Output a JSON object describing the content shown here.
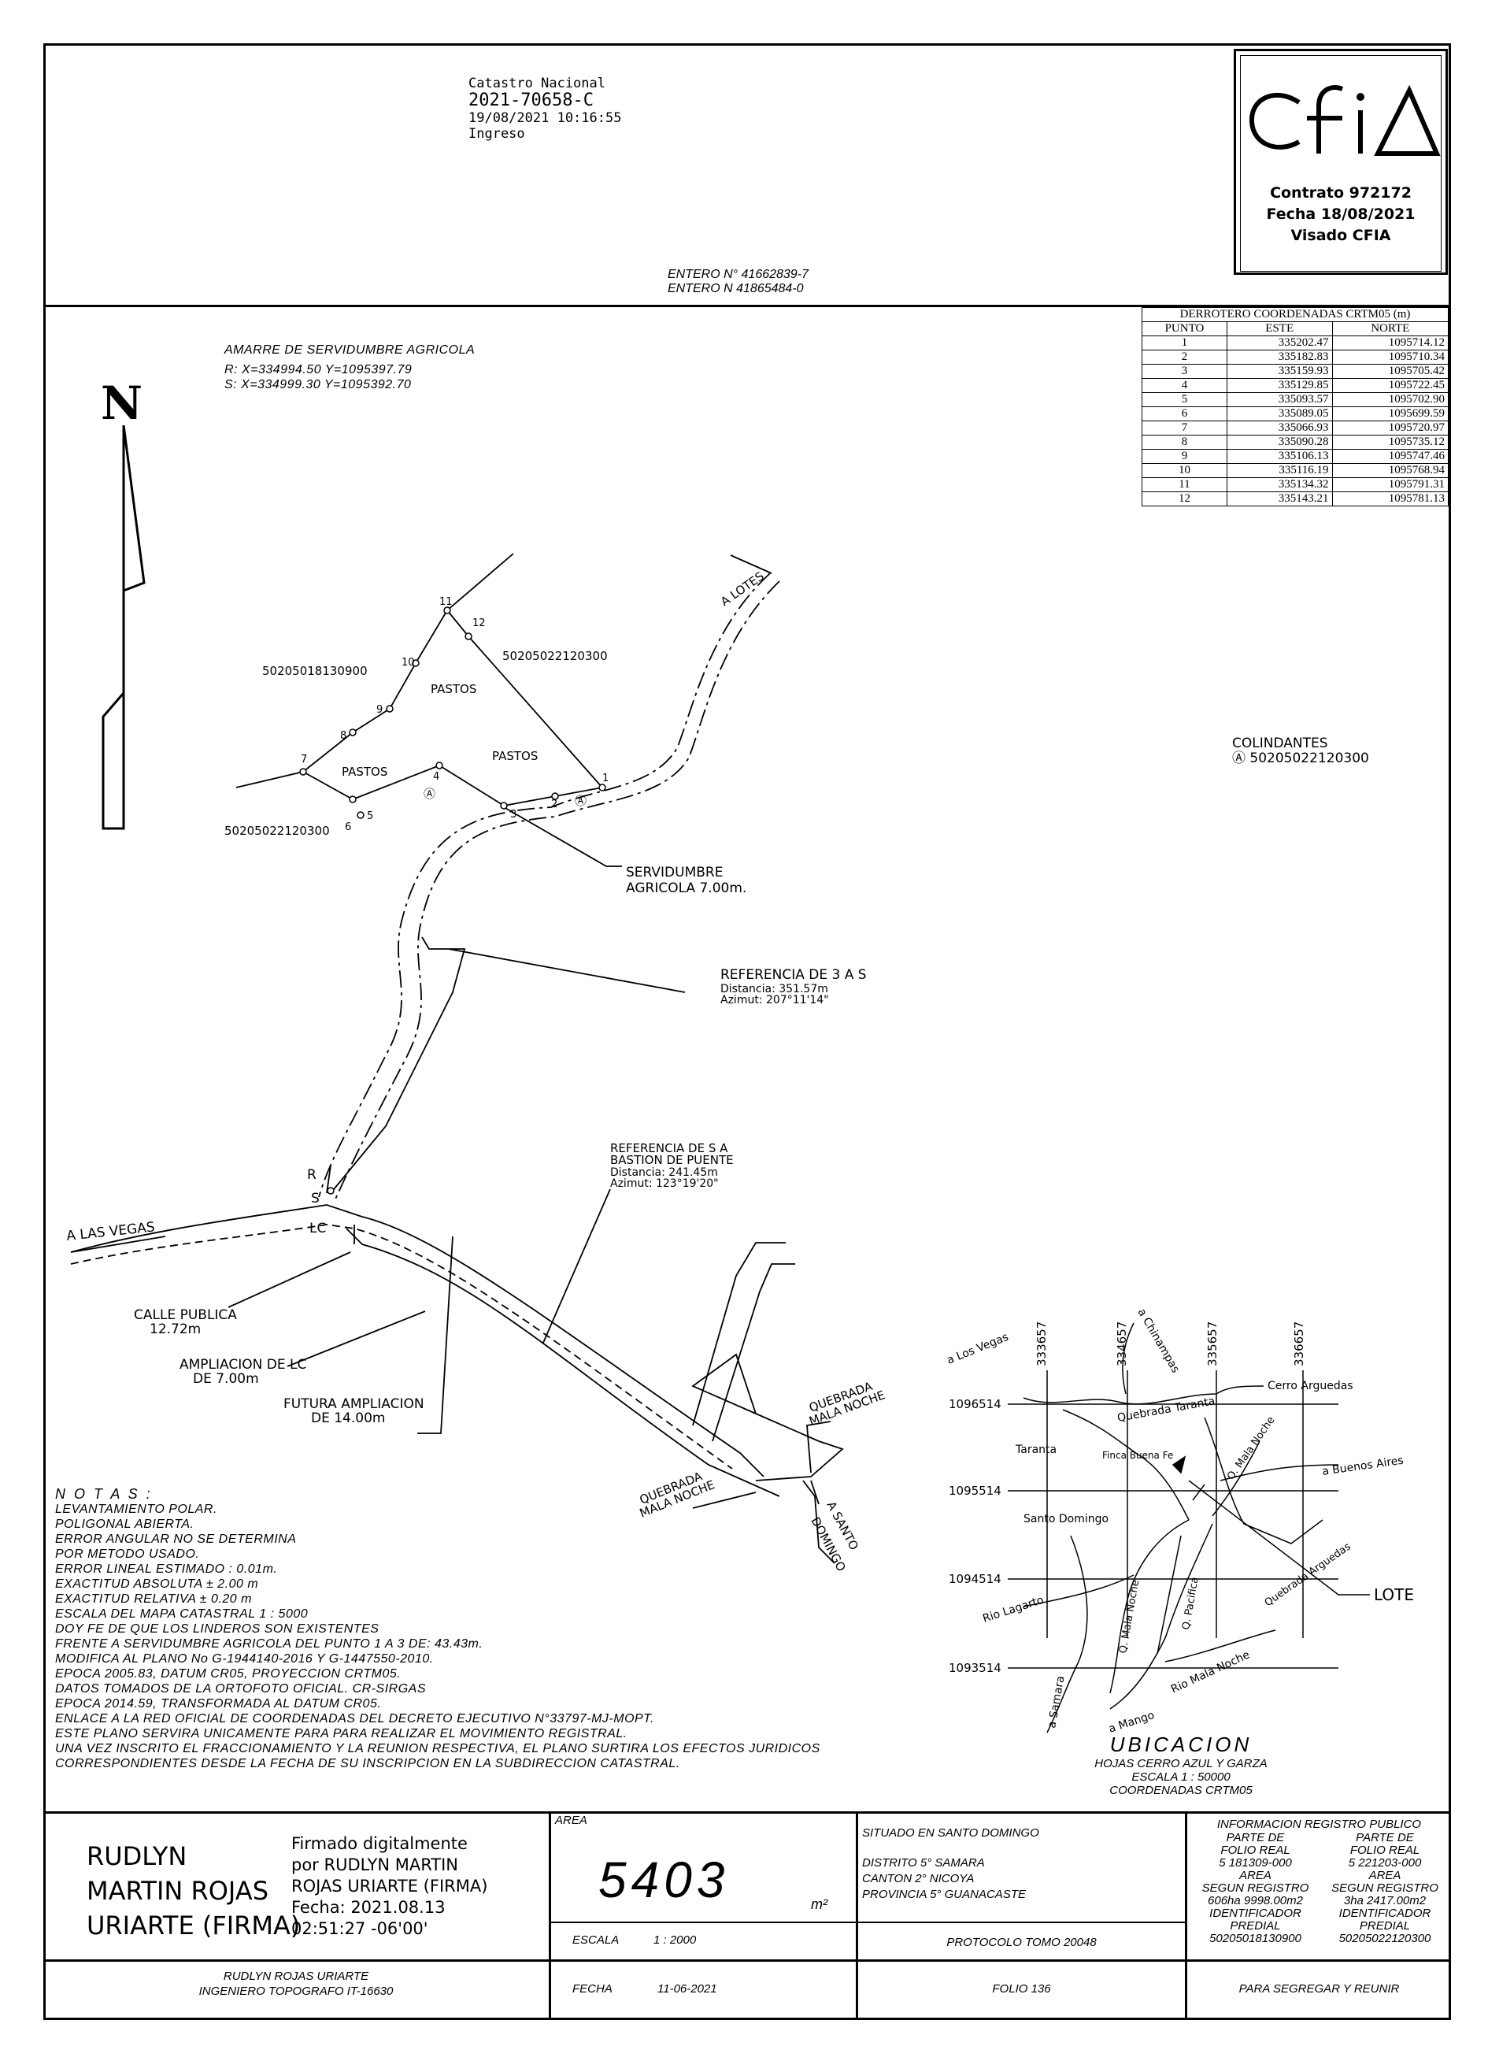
{
  "header": {
    "catastro": "Catastro Nacional",
    "plano_no": "2021-70658-C",
    "fecha_hora": "19/08/2021 10:16:55",
    "estado": "Ingreso",
    "entero_1": "ENTERO N° 41662839-7",
    "entero_2": "ENTERO N  41865484-0"
  },
  "cfia": {
    "logo": "cfia",
    "contrato": "Contrato 972172",
    "fecha": "Fecha 18/08/2021",
    "visado": "Visado CFIA"
  },
  "amarre": {
    "title": "AMARRE DE SERVIDUMBRE AGRICOLA",
    "r": "R:  X=334994.50  Y=1095397.79",
    "s": "S:  X=334999.30  Y=1095392.70"
  },
  "north": "N",
  "derrotero": {
    "title": "DERROTERO COORDENADAS CRTM05 (m)",
    "headers": [
      "PUNTO",
      "ESTE",
      "NORTE"
    ],
    "rows": [
      [
        "1",
        "335202.47",
        "1095714.12"
      ],
      [
        "2",
        "335182.83",
        "1095710.34"
      ],
      [
        "3",
        "335159.93",
        "1095705.42"
      ],
      [
        "4",
        "335129.85",
        "1095722.45"
      ],
      [
        "5",
        "335093.57",
        "1095702.90"
      ],
      [
        "6",
        "335089.05",
        "1095699.59"
      ],
      [
        "7",
        "335066.93",
        "1095720.97"
      ],
      [
        "8",
        "335090.28",
        "1095735.12"
      ],
      [
        "9",
        "335106.13",
        "1095747.46"
      ],
      [
        "10",
        "335116.19",
        "1095768.94"
      ],
      [
        "11",
        "335134.32",
        "1095791.31"
      ],
      [
        "12",
        "335143.21",
        "1095781.13"
      ]
    ]
  },
  "colindantes": {
    "title": "COLINDANTES",
    "item": "Ⓐ 50205022120300"
  },
  "plan": {
    "a_lotes": "A LOTES",
    "finca_nw": "50205018130900",
    "finca_ne": "50205022120300",
    "finca_sw": "50205022120300",
    "pastos_1": "PASTOS",
    "pastos_2": "PASTOS",
    "pastos_3": "PASTOS",
    "mark_a": "Ⓐ",
    "points": [
      "1",
      "2",
      "3",
      "4",
      "5",
      "6",
      "7",
      "8",
      "9",
      "10",
      "11",
      "12"
    ],
    "servidumbre_1": "SERVIDUMBRE",
    "servidumbre_2": "AGRICOLA 7.00m.",
    "ref3s_1": "REFERENCIA DE 3 A S",
    "ref3s_2": "Distancia:  351.57m",
    "ref3s_3": "Azimut:  207°11'14\"",
    "refsa_1": "REFERENCIA DE S A",
    "refsa_2": "BASTION DE PUENTE",
    "refsa_3": "Distancia:  241.45m",
    "refsa_4": "Azimut:  123°19'20\"",
    "r": "R",
    "s": "S",
    "lc": "LC",
    "a_las_vegas": "A LAS VEGAS",
    "calle_1": "CALLE PUBLICA",
    "calle_2": "12.72m",
    "ampl_1": "AMPLIACION DE LC",
    "ampl_2": "DE 7.00m",
    "futura_1": "FUTURA AMPLIACION",
    "futura_2": "DE 14.00m",
    "quebrada_1a": "QUEBRADA",
    "quebrada_1b": "MALA NOCHE",
    "quebrada_2a": "QUEBRADA",
    "quebrada_2b": "MALA NOCHE",
    "santo_1": "A SANTO",
    "santo_2": "DOMINGO"
  },
  "notas": {
    "title": "N O T A S :",
    "lines": [
      "LEVANTAMIENTO POLAR.",
      "POLIGONAL ABIERTA.",
      "ERROR ANGULAR NO SE DETERMINA",
      "POR METODO USADO.",
      "ERROR LINEAL ESTIMADO : 0.01m.",
      "EXACTITUD ABSOLUTA ± 2.00 m",
      "EXACTITUD RELATIVA ± 0.20 m",
      "ESCALA DEL MAPA CATASTRAL 1 : 5000",
      "DOY FE DE QUE LOS LINDEROS SON EXISTENTES",
      "FRENTE A SERVIDUMBRE AGRICOLA DEL PUNTO 1 A 3 DE: 43.43m.",
      "MODIFICA AL PLANO No G-1944140-2016 Y G-1447550-2010.",
      "EPOCA 2005.83, DATUM CR05, PROYECCION CRTM05.",
      "DATOS TOMADOS DE LA ORTOFOTO OFICIAL. CR-SIRGAS",
      "EPOCA 2014.59, TRANSFORMADA AL DATUM CR05.",
      "ENLACE A LA RED OFICIAL DE COORDENADAS DEL DECRETO EJECUTIVO N°33797-MJ-MOPT.",
      "ESTE PLANO SERVIRA UNICAMENTE PARA PARA REALIZAR EL MOVIMIENTO REGISTRAL.",
      "UNA VEZ INSCRITO EL FRACCIONAMIENTO Y LA REUNION RESPECTIVA, EL PLANO SURTIRA LOS EFECTOS JURIDICOS",
      "CORRESPONDIENTES DESDE LA FECHA DE SU INSCRIPCION EN LA SUBDIRECCION CATASTRAL."
    ]
  },
  "ubicacion": {
    "x_coords": [
      "333657",
      "334657",
      "335657",
      "336657"
    ],
    "y_coords": [
      "1096514",
      "1095514",
      "1094514",
      "1093514"
    ],
    "a_chinampas": "a Chinampas",
    "a_los_vegas": "a Los Vegas",
    "cerro_arguedas": "Cerro Arguedas",
    "q_taranta": "Quebrada Taranta",
    "taranta": "Taranta",
    "finca_buena_fe": "Finca Buena Fe",
    "q_mala_noche_1": "Q. Mala Noche",
    "a_buenos_aires": "a Buenos Aires",
    "santo_domingo": "Santo Domingo",
    "q_arguedas": "Quebrada Arguedas",
    "lote": "LOTE",
    "rio_lagarto": "Rio Lagarto",
    "q_pacifica": "Q. Pacifica",
    "q_mala_noche_2": "Q. Mala Noche",
    "rio_mala_noche": "Rio Mala Noche",
    "a_samara": "a Samara",
    "a_mango": "a Mango",
    "title": "UBICACION",
    "sub1": "HOJAS CERRO AZUL Y GARZA",
    "sub2": "ESCALA 1 : 50000",
    "sub3": "COORDENADAS CRTM05"
  },
  "footer": {
    "firmante_1": "RUDLYN",
    "firmante_2": "MARTIN ROJAS",
    "firmante_3": "URIARTE (FIRMA)",
    "firma_1": "Firmado digitalmente",
    "firma_2": "por RUDLYN MARTIN",
    "firma_3": "ROJAS URIARTE (FIRMA)",
    "firma_4": "Fecha: 2021.08.13",
    "firma_5": "02:51:27 -06'00'",
    "ingeniero_1": "RUDLYN ROJAS URIARTE",
    "ingeniero_2": "INGENIERO TOPOGRAFO IT-16630",
    "area_label": "AREA",
    "area_value": "5403",
    "area_unit": "m²",
    "escala_label": "ESCALA",
    "escala_value": "1 : 2000",
    "fecha_label": "FECHA",
    "fecha_value": "11-06-2021",
    "situado": "SITUADO EN SANTO DOMINGO",
    "distrito": "DISTRITO 5° SAMARA",
    "canton": "CANTON 2° NICOYA",
    "provincia": "PROVINCIA 5° GUANACASTE",
    "protocolo": "PROTOCOLO   TOMO 20048",
    "folio": "FOLIO 136",
    "info_title": "INFORMACION REGISTRO PUBLICO",
    "col1": [
      "PARTE DE",
      "FOLIO REAL",
      "5 181309-000",
      "AREA",
      "SEGUN REGISTRO",
      "606ha 9998.00m2",
      "IDENTIFICADOR",
      "PREDIAL",
      "50205018130900"
    ],
    "col2": [
      "PARTE DE",
      "FOLIO REAL",
      "5 221203-000",
      "AREA",
      "SEGUN REGISTRO",
      "3ha 2417.00m2",
      "IDENTIFICADOR",
      "PREDIAL",
      "50205022120300"
    ],
    "segregar": "PARA SEGREGAR Y REUNIR"
  }
}
